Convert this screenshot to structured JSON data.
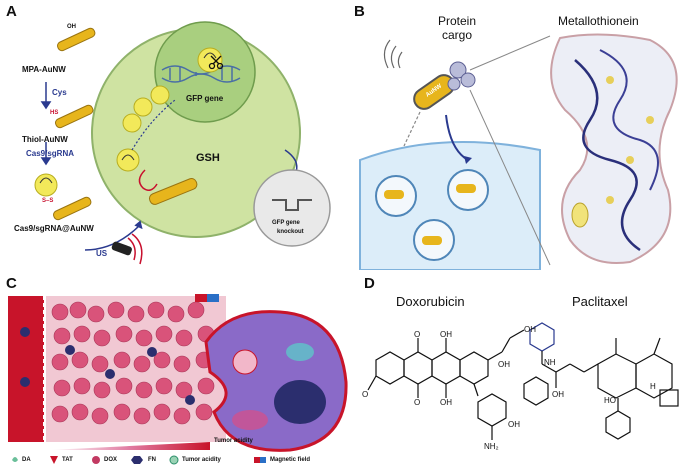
{
  "panels": {
    "a": {
      "label": "A",
      "mpa_label": "MPA-AuNW",
      "oh_label": "OH",
      "cys_label": "Cys",
      "hs_label": "HS",
      "thiol_label": "Thiol-AuNW",
      "cas9_sgrna_label": "Cas9/sgRNA",
      "ss_label": "S–S",
      "cas9_complex_label": "Cas9/sgRNA@AuNW",
      "us_label": "US",
      "gfp_gene_label": "GFP gene",
      "gsh_label": "GSH",
      "knockout_label_1": "GFP gene",
      "knockout_label_2": "knockout"
    },
    "b": {
      "label": "B",
      "protein_cargo_1": "Protein",
      "protein_cargo_2": "cargo",
      "metallothionein_label": "Metallothionein",
      "particle_label": "AuNW"
    },
    "c": {
      "label": "C",
      "tumor_acidity_bar": "Tumor acidity",
      "legend": [
        "DA",
        "TAT",
        "DOX",
        "FN",
        "Tumor acidity",
        "Magnetic field"
      ]
    },
    "d": {
      "label": "D",
      "drug1": "Doxorubicin",
      "drug2": "Paclitaxel",
      "atoms": {
        "oh": "OH",
        "o": "O",
        "nh2": "NH₂",
        "nh": "NH",
        "h": "H",
        "ho": "HO",
        "me_o": "O"
      }
    }
  },
  "colors": {
    "cell_green": "#cfe3a2",
    "nucleus_green": "#a9cf7f",
    "gold": "#e7b51c",
    "text_blue": "#2a3a8f",
    "tissue_pink": "#d9537a",
    "vessel_red": "#c8142a",
    "membrane_blue": "#cfe4f4",
    "protein_blue": "#2a2f7a"
  }
}
